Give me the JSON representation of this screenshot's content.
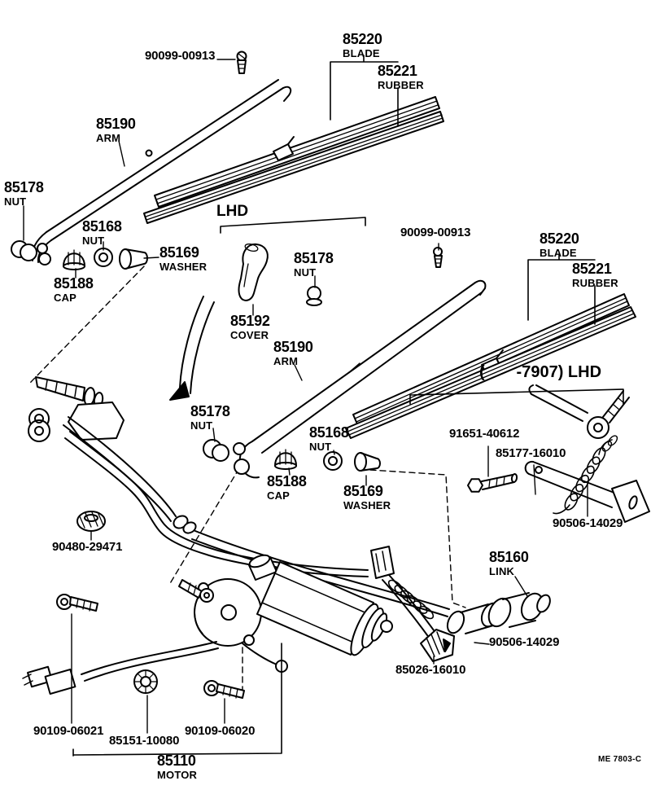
{
  "colors": {
    "ink": "#000000",
    "paper": "#ffffff"
  },
  "sections": {
    "lhd": "LHD",
    "lhd_range": "(       -7907) LHD"
  },
  "footer_code": "ME 7803-C",
  "labels": [
    {
      "code": "90099-00913",
      "sub": ""
    },
    {
      "code": "85220",
      "sub": "BLADE"
    },
    {
      "code": "85221",
      "sub": "RUBBER"
    },
    {
      "code": "85190",
      "sub": "ARM"
    },
    {
      "code": "85178",
      "sub": "NUT"
    },
    {
      "code": "85168",
      "sub": "NUT"
    },
    {
      "code": "85169",
      "sub": "WASHER"
    },
    {
      "code": "85188",
      "sub": "CAP"
    },
    {
      "code": "85192",
      "sub": "COVER"
    },
    {
      "code": "85178",
      "sub": "NUT"
    },
    {
      "code": "90099-00913",
      "sub": ""
    },
    {
      "code": "85220",
      "sub": "BLADE"
    },
    {
      "code": "85221",
      "sub": "RUBBER"
    },
    {
      "code": "85190",
      "sub": "ARM"
    },
    {
      "code": "85178",
      "sub": "NUT"
    },
    {
      "code": "85168",
      "sub": "NUT"
    },
    {
      "code": "85188",
      "sub": "CAP"
    },
    {
      "code": "85169",
      "sub": "WASHER"
    },
    {
      "code": "91651-40612",
      "sub": ""
    },
    {
      "code": "85177-16010",
      "sub": ""
    },
    {
      "code": "90506-14029",
      "sub": ""
    },
    {
      "code": "90480-29471",
      "sub": ""
    },
    {
      "code": "85160",
      "sub": "LINK"
    },
    {
      "code": "90506-14029",
      "sub": ""
    },
    {
      "code": "85026-16010",
      "sub": ""
    },
    {
      "code": "90109-06021",
      "sub": ""
    },
    {
      "code": "85151-10080",
      "sub": ""
    },
    {
      "code": "90109-06020",
      "sub": ""
    },
    {
      "code": "85110",
      "sub": "MOTOR"
    }
  ]
}
